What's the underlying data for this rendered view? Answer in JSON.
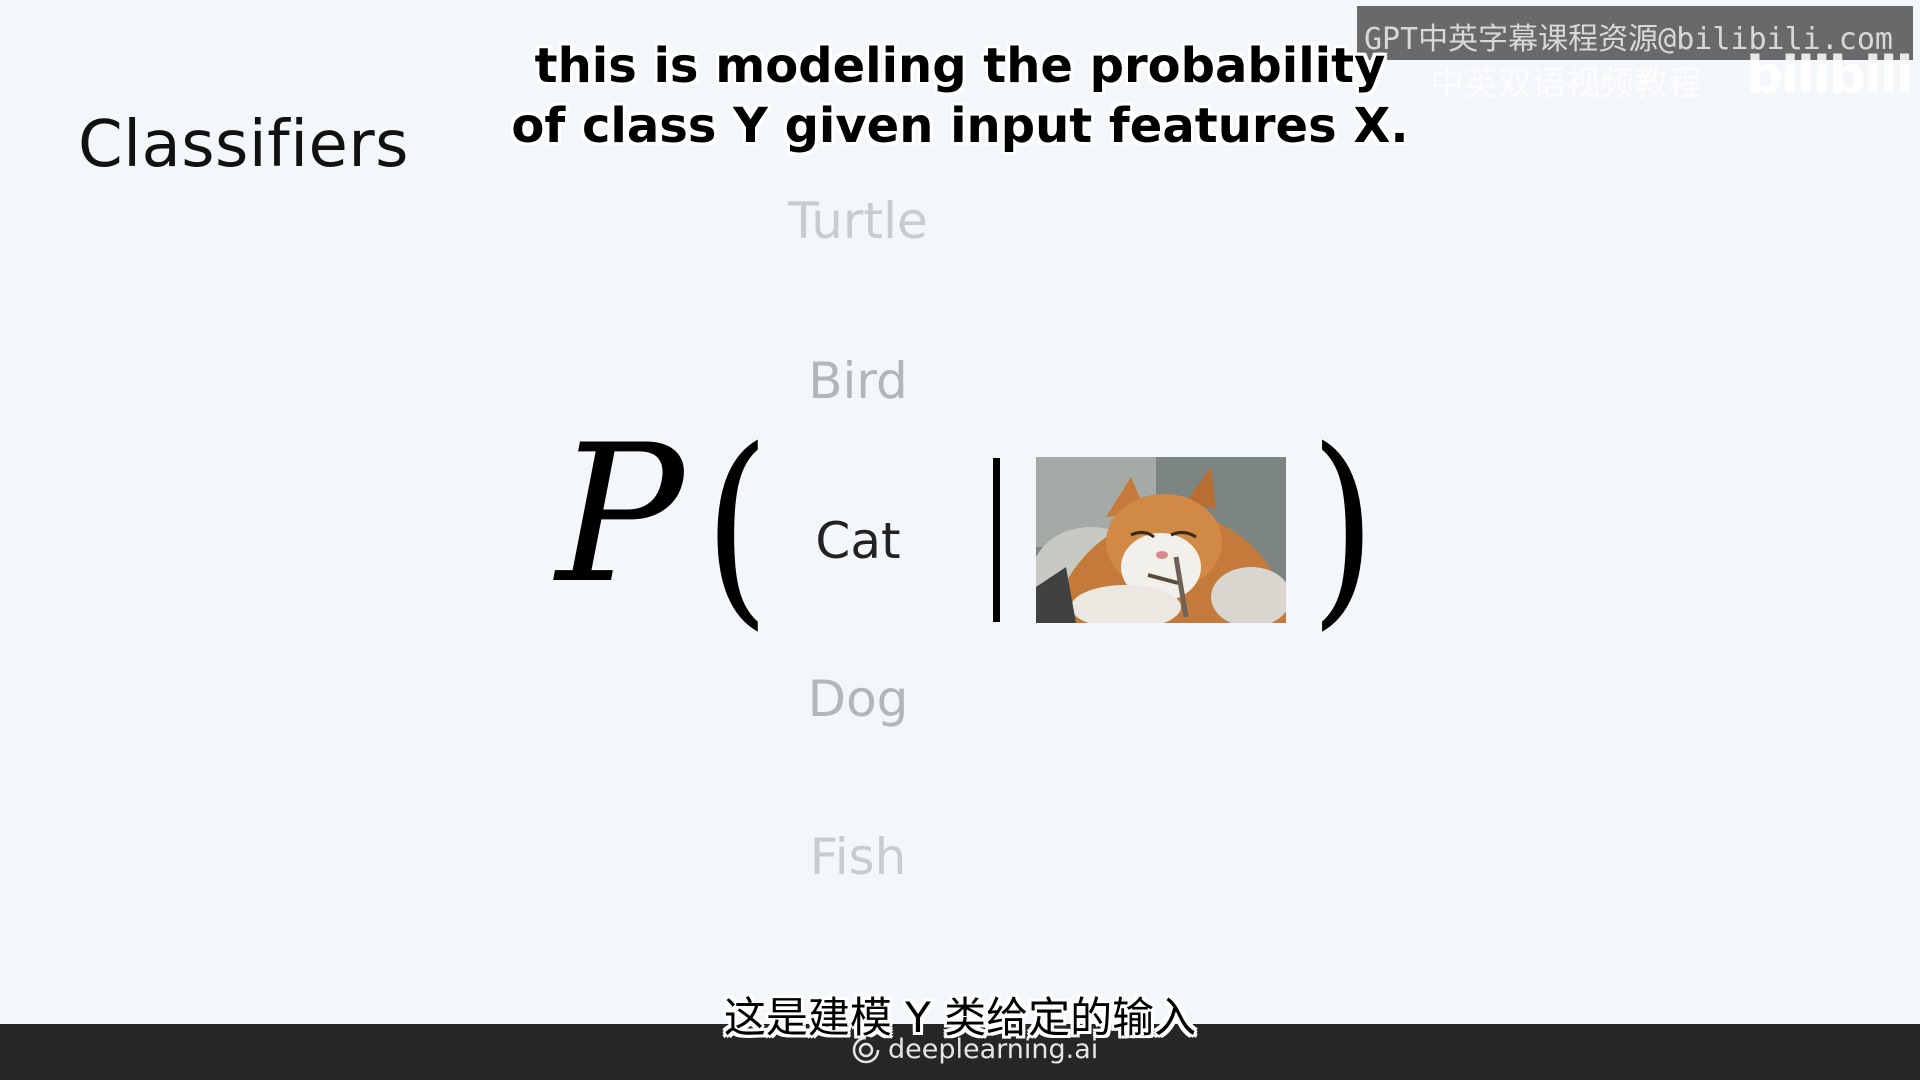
{
  "slide": {
    "title": "Classifiers"
  },
  "captions": {
    "english_line1": "this is modeling the probability",
    "english_line2": "of class Y given input features X.",
    "chinese": "这是建模 Y 类给定的输入"
  },
  "watermark": {
    "text": "GPT中英字幕课程资源@bilibili.com",
    "sub_text": "中英双语视频教程",
    "platform_logo": "bilibili"
  },
  "formula": {
    "function_symbol": "P",
    "open_paren": "(",
    "close_paren": ")",
    "classes": [
      {
        "label": "Turtle",
        "state": "faint"
      },
      {
        "label": "Bird",
        "state": "dim"
      },
      {
        "label": "Cat",
        "state": "active"
      },
      {
        "label": "Dog",
        "state": "dim"
      },
      {
        "label": "Fish",
        "state": "faint"
      }
    ],
    "input_image": "cat-photo"
  },
  "footer": {
    "brand": "deeplearning.ai",
    "brand_icon": "deeplearning-logo-icon"
  },
  "colors": {
    "background": "#f4f7fa",
    "footer": "#262626",
    "active_class": "#222222",
    "inactive_class": "#b3b6b8"
  }
}
